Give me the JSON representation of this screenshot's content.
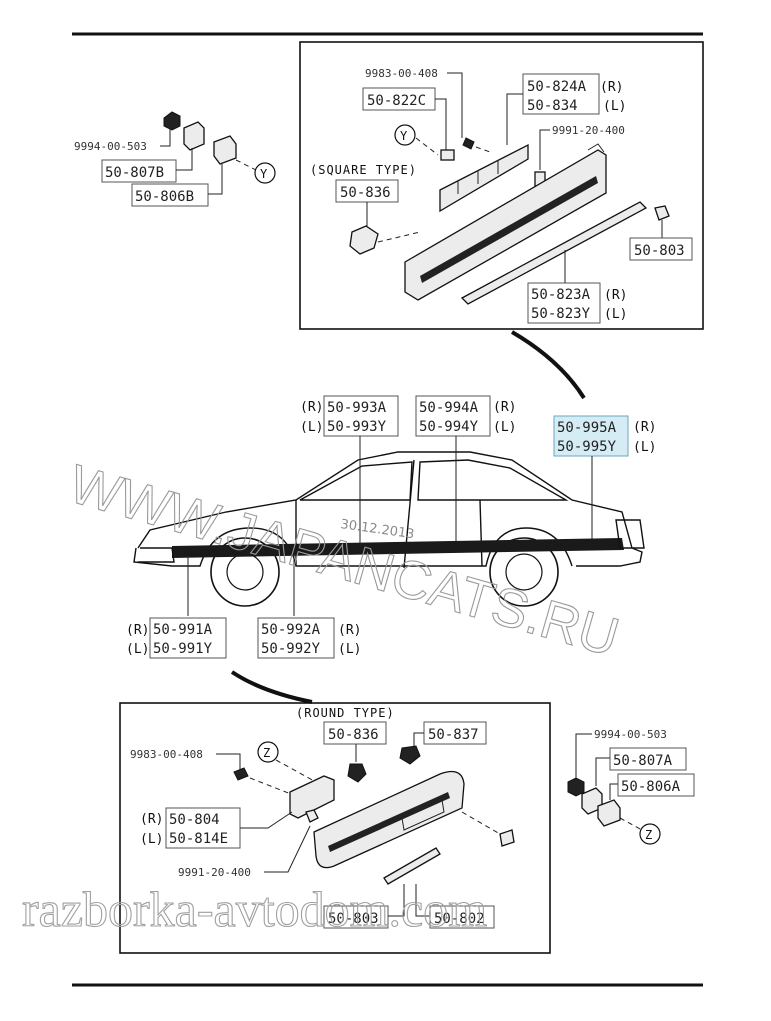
{
  "labels": {
    "square_type": "(SQUARE TYPE)",
    "round_type": "(ROUND TYPE)",
    "y": "Y",
    "z": "Z",
    "r": "(R)",
    "l": "(L)"
  },
  "top_parts": {
    "p9983_00_408": "9983-00-408",
    "p50_822C": "50-822C",
    "p50_824A": "50-824A",
    "p50_834": "50-834",
    "p9991_20_400": "9991-20-400",
    "p50_836": "50-836",
    "p50_803": "50-803",
    "p50_823A": "50-823A",
    "p50_823Y": "50-823Y"
  },
  "left_parts": {
    "p9994_00_503": "9994-00-503",
    "p50_807B": "50-807B",
    "p50_806B": "50-806B"
  },
  "car_parts": {
    "p50_993A": "50-993A",
    "p50_993Y": "50-993Y",
    "p50_994A": "50-994A",
    "p50_994Y": "50-994Y",
    "p50_995A": "50-995A",
    "p50_995Y": "50-995Y",
    "p50_991A": "50-991A",
    "p50_991Y": "50-991Y",
    "p50_992A": "50-992A",
    "p50_992Y": "50-992Y"
  },
  "bottom_parts": {
    "p50_836": "50-836",
    "p50_837": "50-837",
    "p9983_00_408": "9983-00-408",
    "p50_804": "50-804",
    "p50_814E": "50-814E",
    "p9991_20_400": "9991-20-400",
    "p50_803": "50-803",
    "p50_802": "50-802"
  },
  "right_parts": {
    "p9994_00_503": "9994-00-503",
    "p50_807A": "50-807A",
    "p50_806A": "50-806A"
  },
  "stamp": "30.12.2013",
  "watermarks": {
    "site1": "WWW.JAPANCATS.RU",
    "site2": "razborka-avtodom.com"
  }
}
